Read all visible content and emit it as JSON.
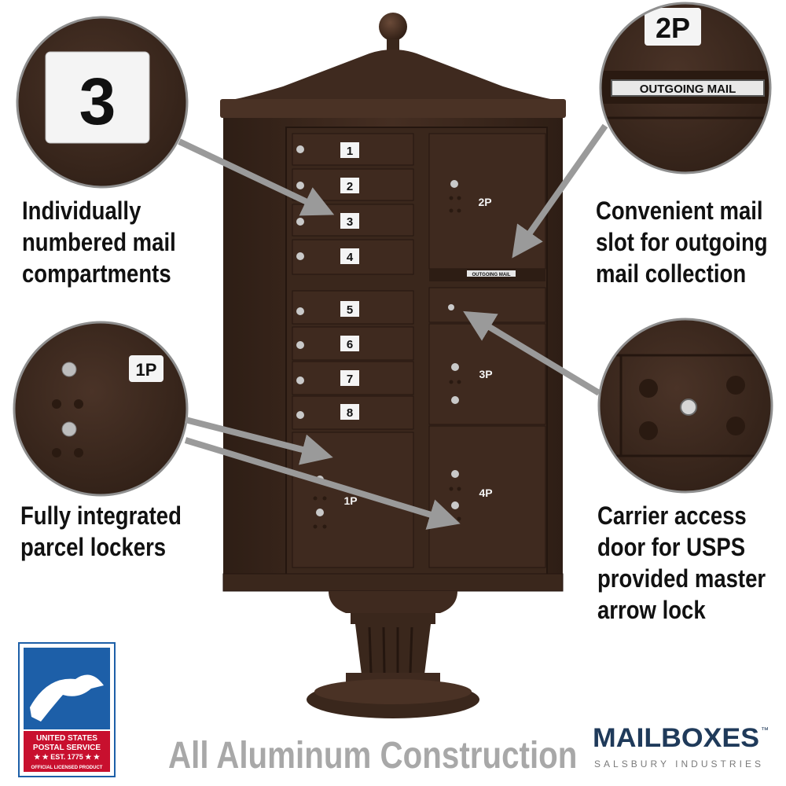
{
  "features": {
    "numbered": {
      "lines": [
        "Individually",
        "numbered mail",
        "compartments"
      ]
    },
    "outgoing": {
      "lines": [
        "Convenient mail",
        "slot for outgoing",
        "mail collection"
      ]
    },
    "parcel": {
      "lines": [
        "Fully integrated",
        "parcel lockers"
      ]
    },
    "carrier": {
      "lines": [
        "Carrier access",
        "door for USPS",
        "provided master",
        "arrow lock"
      ]
    }
  },
  "zoom": {
    "numbered_label": "3",
    "outgoing_parcel_label": "2P",
    "outgoing_slot_label": "OUTGOING MAIL",
    "parcel_label": "1P"
  },
  "unit": {
    "compartments": [
      "1",
      "2",
      "3",
      "4",
      "5",
      "6",
      "7",
      "8"
    ],
    "parcels": [
      "2P",
      "3P",
      "1P",
      "4P"
    ],
    "outgoing_slot_label": "OUTGOING MAIL"
  },
  "footer": {
    "construction": "All Aluminum Construction"
  },
  "usps_logo": {
    "line1": "UNITED STATES",
    "line2": "POSTAL SERVICE",
    "line3": "★ ★ EST. 1775 ★ ★",
    "line4": "OFFICIAL LICENSED PRODUCT"
  },
  "brand": {
    "name": "MAILBOXES",
    "tm": "™",
    "sub": "SALSBURY INDUSTRIES"
  },
  "colors": {
    "bronze": "#3f2a1f",
    "bronze_dark": "#2a1a11",
    "arrow": "#9a9a9a",
    "usps_blue": "#1d5fa8",
    "usps_red": "#c8102e",
    "brand_navy": "#1f3a5a"
  }
}
